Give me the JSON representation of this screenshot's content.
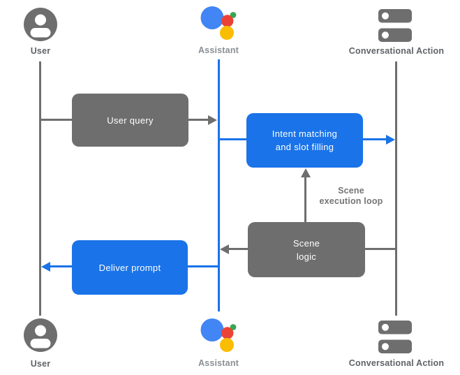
{
  "actors": {
    "user_top": "User",
    "assistant_top": "Assistant",
    "action_top": "Conversational Action",
    "user_bottom": "User",
    "assistant_bottom": "Assistant",
    "action_bottom": "Conversational Action"
  },
  "boxes": {
    "user_query": "User query",
    "intent_matching": "Intent matching\nand slot filling",
    "scene_logic": "Scene\nlogic",
    "deliver_prompt": "Deliver prompt"
  },
  "annotations": {
    "scene_execution_loop": "Scene\nexecution loop"
  },
  "icons": {
    "user": "user-avatar-icon",
    "assistant": "google-assistant-icon",
    "action": "server-stack-icon"
  },
  "colors": {
    "flow_blue": "#1a73e8",
    "flow_gray": "#6e6e6e",
    "label_dark": "#5f6368",
    "label_muted": "#8a8f94",
    "loop_label_gray": "#757575",
    "assistant_blue": "#4285f4",
    "assistant_red": "#ea4335",
    "assistant_yellow": "#fbbc04",
    "assistant_green": "#34a853"
  },
  "flows": [
    {
      "from": "user",
      "to": "assistant",
      "via_box": "User query",
      "color": "gray"
    },
    {
      "from": "assistant",
      "to": "conversational-action",
      "via_box": "Intent matching and slot filling",
      "color": "blue"
    },
    {
      "from": "conversational-action",
      "to": "assistant",
      "via_box": "Scene logic",
      "color": "gray"
    },
    {
      "from": "scene-logic",
      "to": "intent-matching",
      "label": "Scene execution loop",
      "color": "gray"
    },
    {
      "from": "assistant",
      "to": "user",
      "via_box": "Deliver prompt",
      "color": "blue"
    }
  ]
}
